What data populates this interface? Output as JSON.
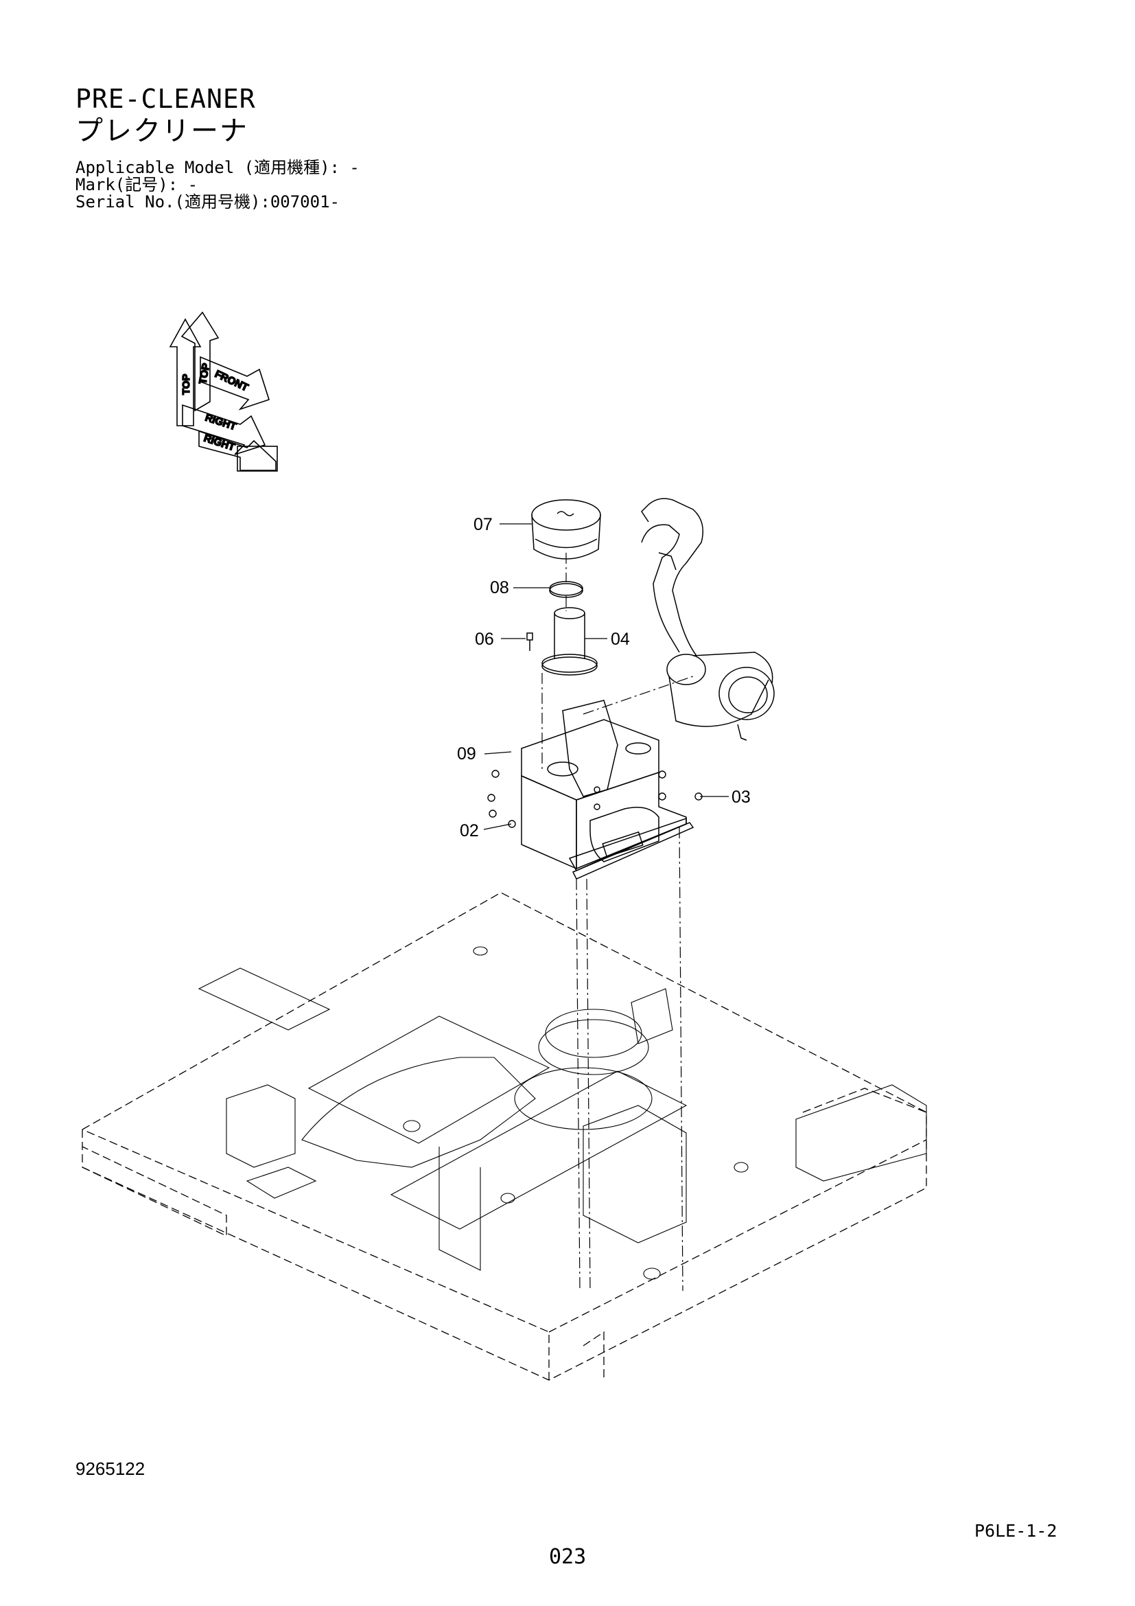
{
  "header": {
    "title": "PRE-CLEANER",
    "title_jp": "プレクリーナ",
    "applicable_model": "Applicable Model (適用機種): -",
    "mark": "Mark(記号): -",
    "serial_no": "Serial No.(適用号機):007001-"
  },
  "orientation": {
    "top": "TOP",
    "front": "FRONT",
    "right": "RIGHT"
  },
  "callouts": {
    "p07": "07",
    "p08": "08",
    "p06": "06",
    "p04": "04",
    "p09": "09",
    "p03": "03",
    "p02": "02"
  },
  "footer": {
    "doc_number": "9265122",
    "page_ref": "P6LE-1-2",
    "page_number": "023"
  }
}
